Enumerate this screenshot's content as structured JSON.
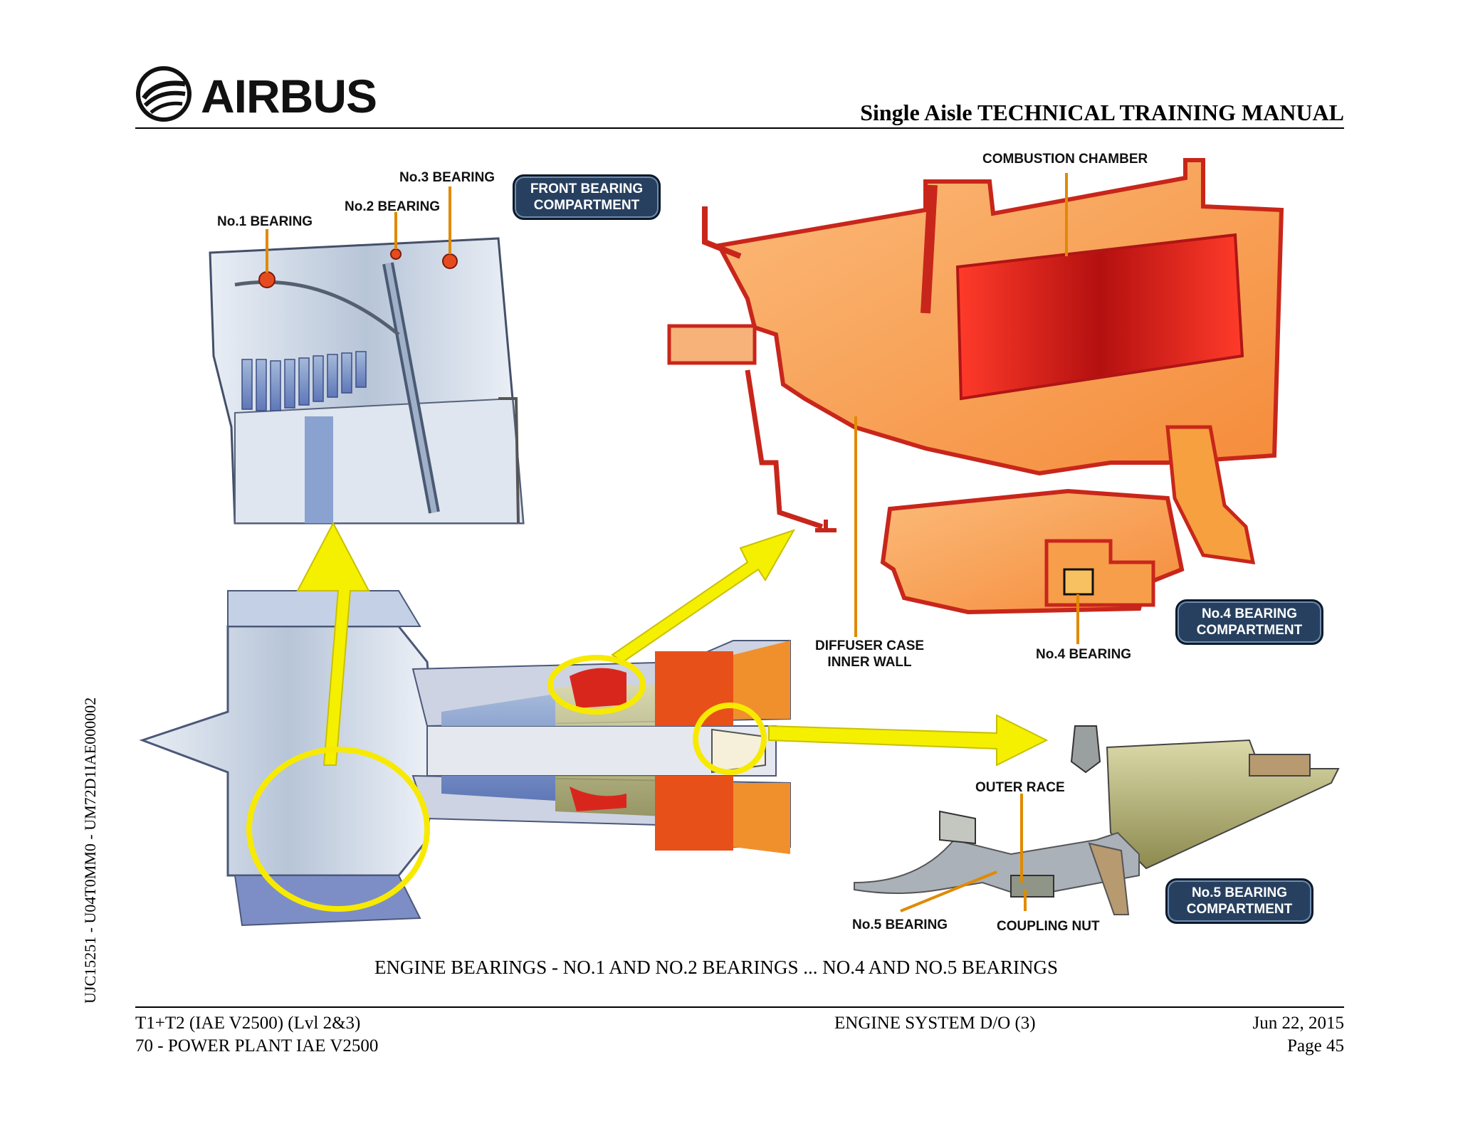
{
  "header": {
    "brand": "AIRBUS",
    "manual_title": "Single Aisle TECHNICAL TRAINING MANUAL"
  },
  "side_id": "UJC15251 - U04T0MM0 - UM72D1IAE000002",
  "figure": {
    "labels": {
      "no1_bearing": "No.1 BEARING",
      "no2_bearing": "No.2 BEARING",
      "no3_bearing": "No.3 BEARING",
      "front_compartment_line1": "FRONT BEARING",
      "front_compartment_line2": "COMPARTMENT",
      "combustion_chamber": "COMBUSTION CHAMBER",
      "diffuser_line1": "DIFFUSER CASE",
      "diffuser_line2": "INNER WALL",
      "no4_bearing": "No.4 BEARING",
      "no4_compartment_line1": "No.4 BEARING",
      "no4_compartment_line2": "COMPARTMENT",
      "outer_race": "OUTER RACE",
      "no5_bearing": "No.5 BEARING",
      "coupling_nut": "COUPLING NUT",
      "no5_compartment_line1": "No.5 BEARING",
      "no5_compartment_line2": "COMPARTMENT"
    },
    "colors": {
      "arrow_yellow": "#f5f000",
      "highlight_yellow": "#f7ea00",
      "pill_blue": "#27405f",
      "hot_red": "#d9261c",
      "hot_orange": "#f7a45a",
      "metal_grey": "#c9d2de",
      "leader_orange": "#e08a00"
    }
  },
  "caption": "ENGINE BEARINGS - NO.1 AND NO.2 BEARINGS ... NO.4 AND NO.5 BEARINGS",
  "footer": {
    "left_line1": "T1+T2 (IAE V2500) (Lvl 2&3)",
    "left_line2": "70 - POWER PLANT IAE V2500",
    "center": "ENGINE SYSTEM D/O (3)",
    "date": "Jun 22, 2015",
    "page": "Page 45"
  }
}
